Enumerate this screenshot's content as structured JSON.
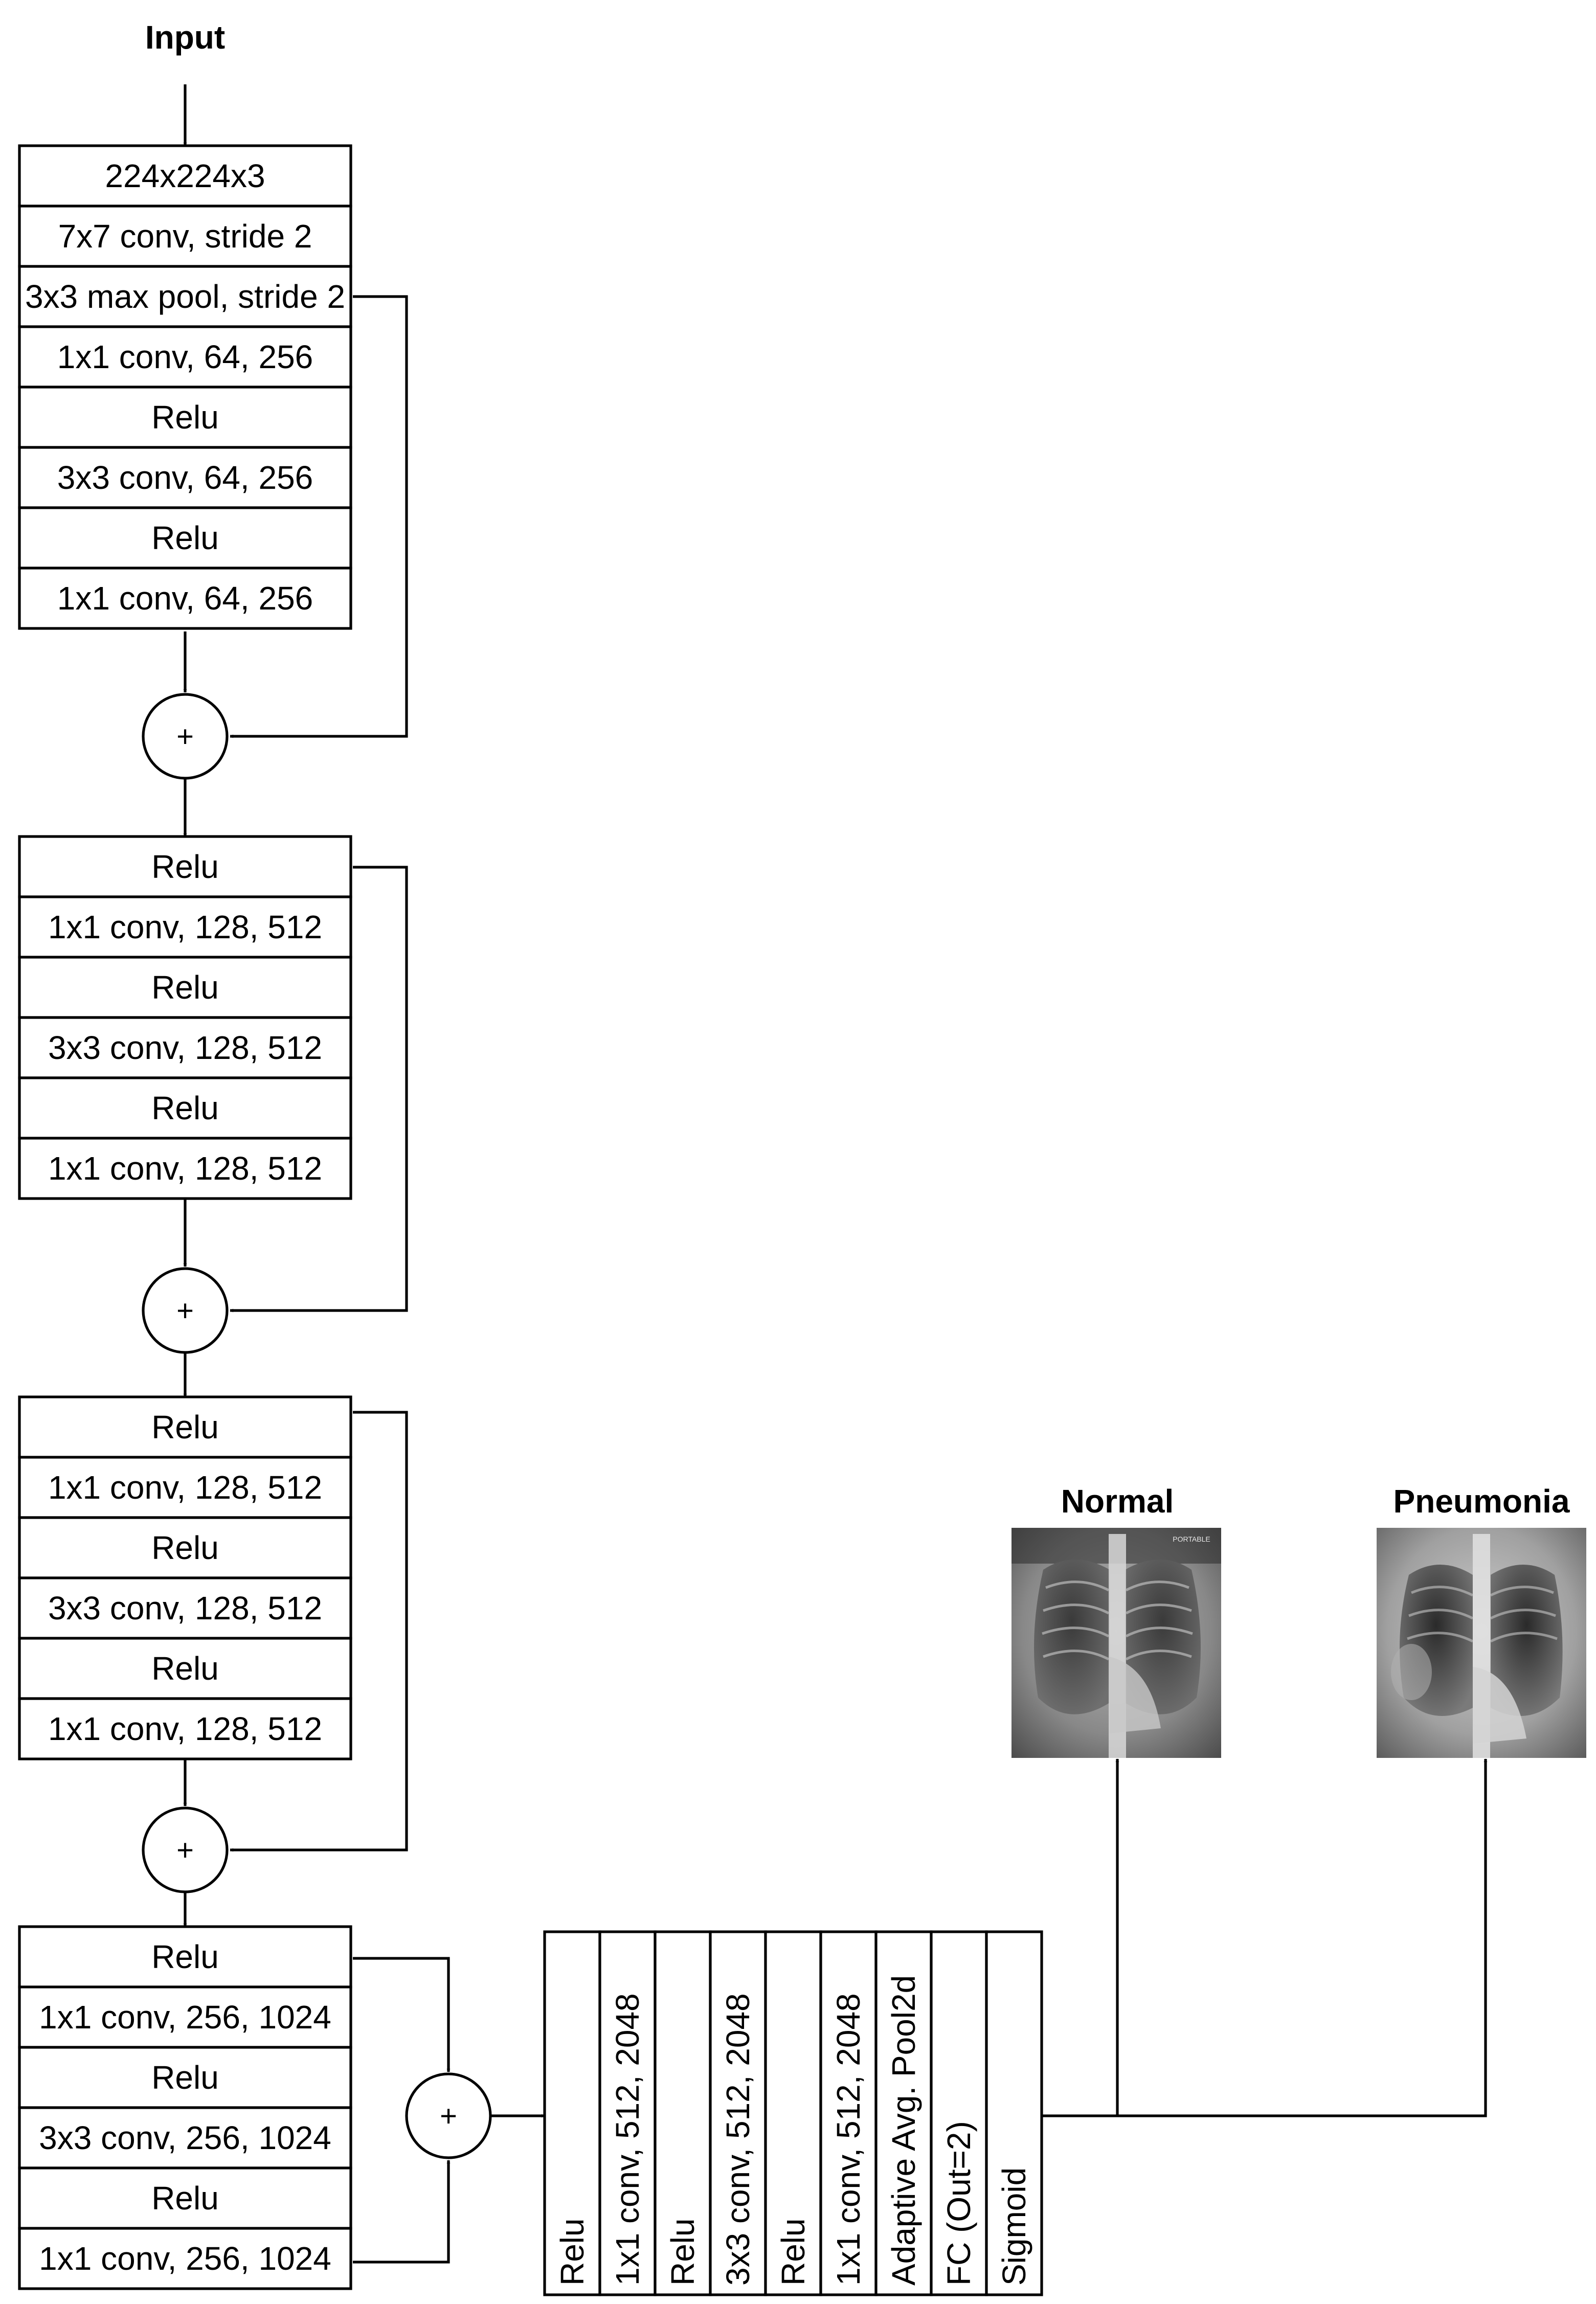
{
  "input_label": "Input",
  "stage1": [
    "224x224x3",
    "7x7 conv, stride 2",
    "3x3 max pool, stride 2",
    "1x1 conv, 64, 256",
    "Relu",
    "3x3 conv, 64, 256",
    "Relu",
    "1x1 conv, 64, 256"
  ],
  "stage2": [
    "Relu",
    "1x1 conv, 128, 512",
    "Relu",
    "3x3 conv, 128, 512",
    "Relu",
    "1x1 conv, 128, 512"
  ],
  "stage3": [
    "Relu",
    "1x1 conv, 128, 512",
    "Relu",
    "3x3 conv, 128, 512",
    "Relu",
    "1x1 conv, 128, 512"
  ],
  "stage4": [
    "Relu",
    "1x1 conv, 256, 1024",
    "Relu",
    "3x3 conv, 256, 1024",
    "Relu",
    "1x1 conv, 256, 1024"
  ],
  "head": [
    "Relu",
    "1x1 conv, 512, 2048",
    "Relu",
    "3x3 conv, 512, 2048",
    "Relu",
    "1x1 conv, 512, 2048",
    "Adaptive Avg. Pool2d",
    "FC (Out=2)",
    "Sigmoid"
  ],
  "add_symbol": "+",
  "outputs": [
    {
      "label": "Normal",
      "image": "chest-xray-normal"
    },
    {
      "label": "Pneumonia",
      "image": "chest-xray-pneumonia"
    }
  ],
  "xray_thumbnail_text": "PORTABLE"
}
